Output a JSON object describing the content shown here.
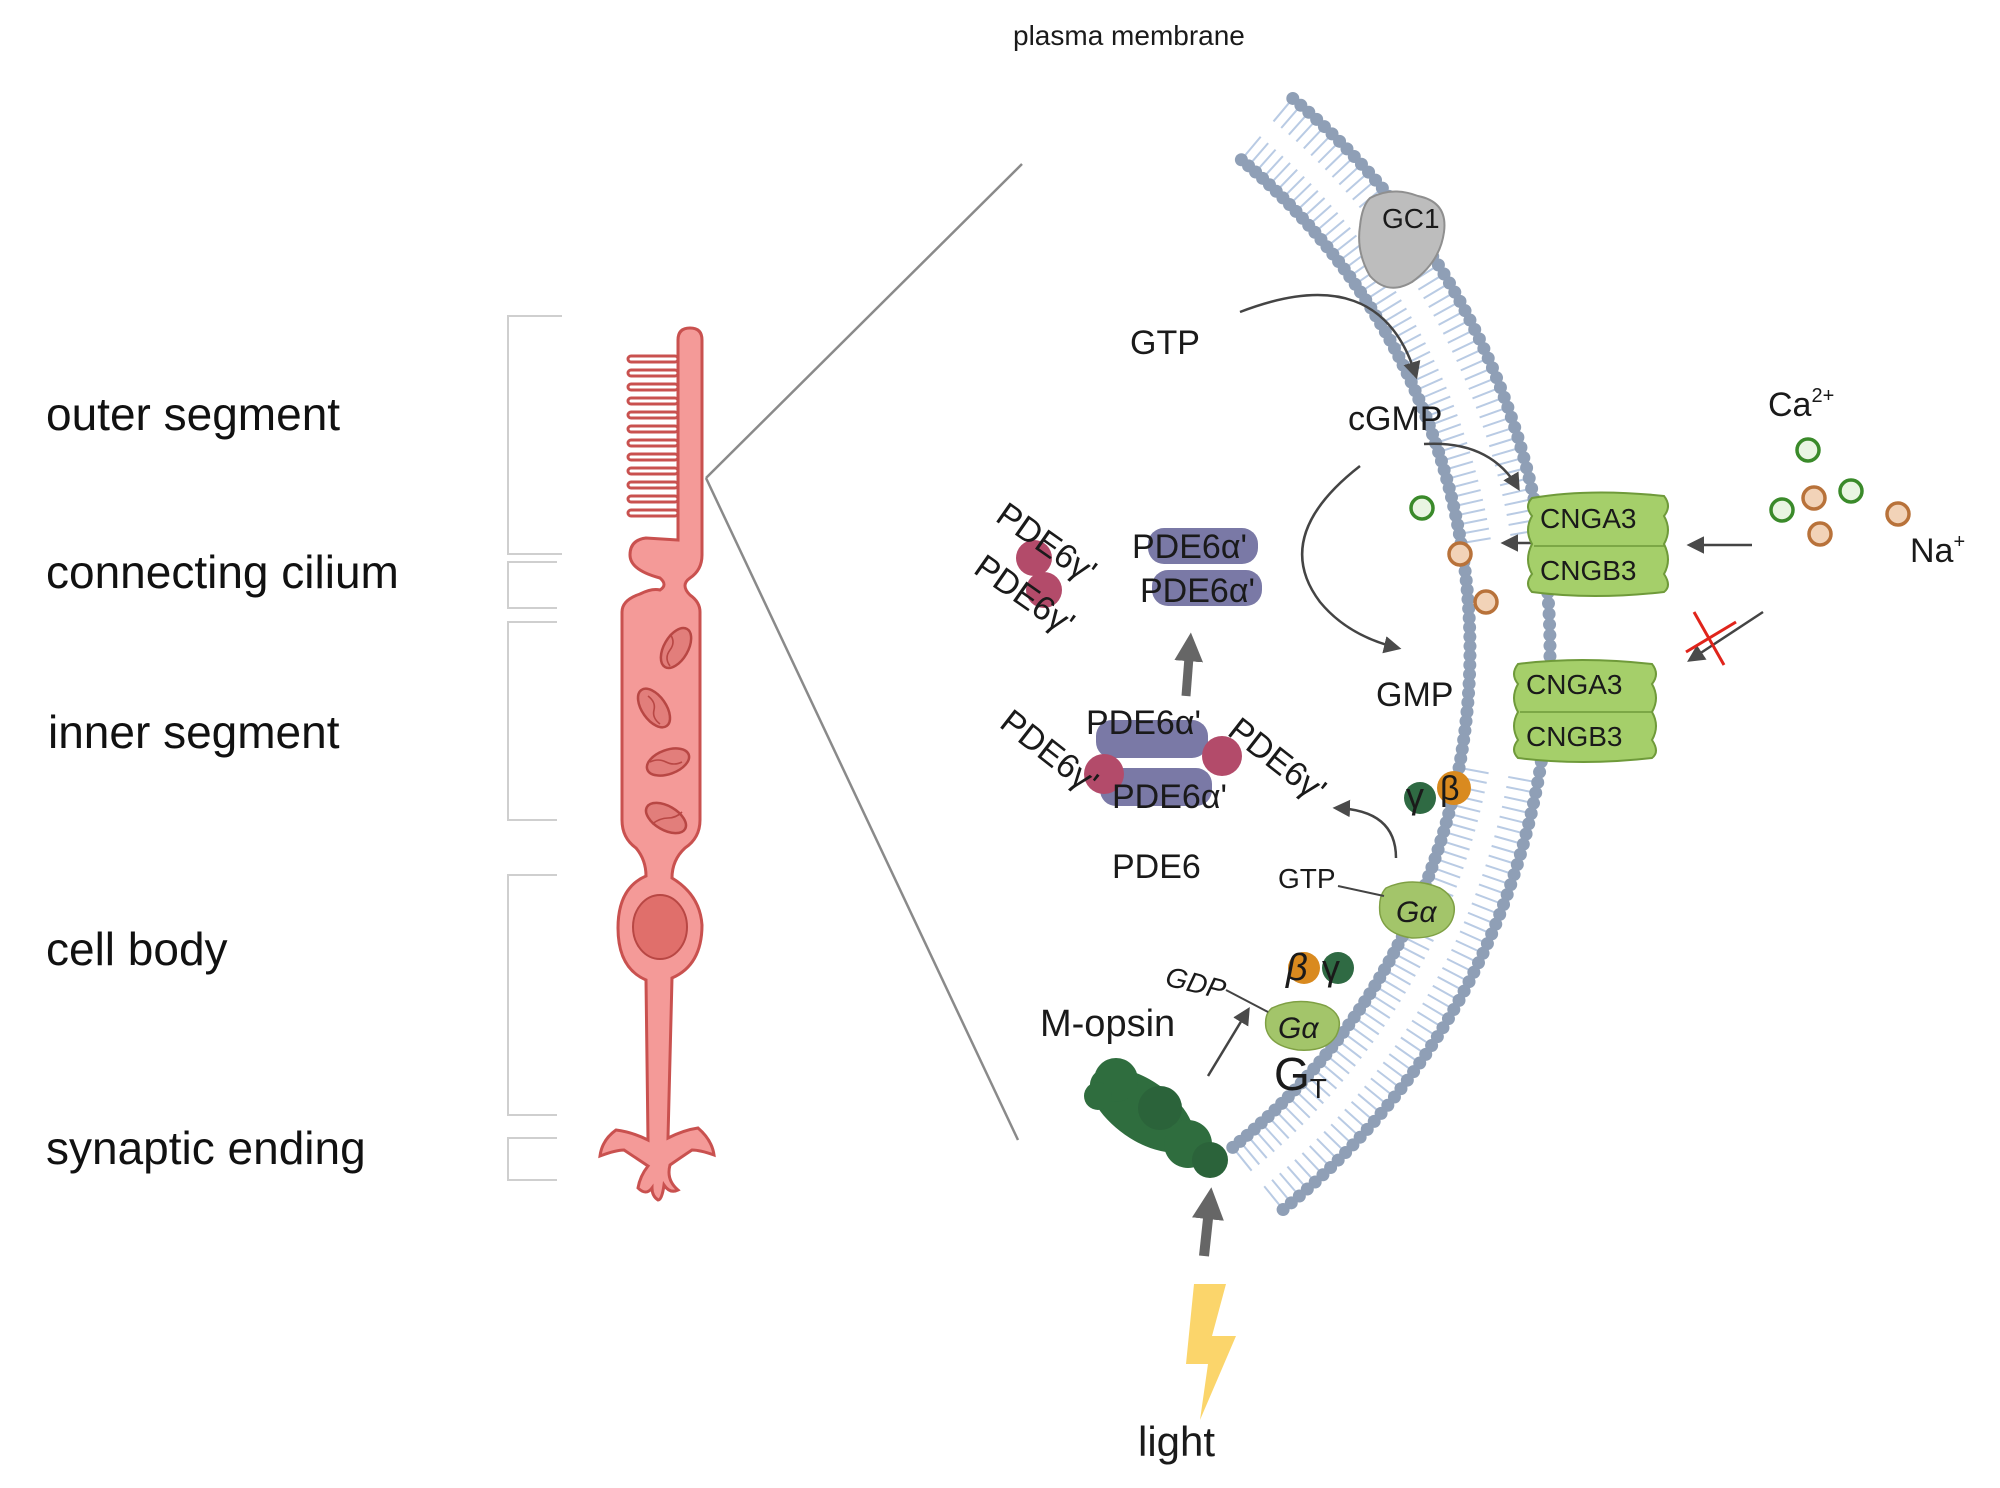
{
  "segments": {
    "outer_segment": "outer segment",
    "connecting_cilium": "connecting cilium",
    "inner_segment": "inner segment",
    "cell_body": "cell body",
    "synaptic_ending": "synaptic ending"
  },
  "membrane": {
    "title": "plasma membrane"
  },
  "molecules": {
    "gc1": "GC1",
    "gtp_top": "GTP",
    "cgmp": "cGMP",
    "gmp": "GMP",
    "cnga3_top": "CNGA3",
    "cngb3_top": "CNGB3",
    "cnga3_bottom": "CNGA3",
    "cngb3_bottom": "CNGB3",
    "ca_ion": "Ca",
    "ca_charge": "2+",
    "na_ion": "Na",
    "na_charge": "+",
    "pde6a_upper_1": "PDE6α'",
    "pde6a_upper_2": "PDE6α'",
    "pde6g_free_1": "PDE6γ'",
    "pde6g_free_2": "PDE6γ'",
    "pde6a_lower_1": "PDE6α'",
    "pde6a_lower_2": "PDE6α'",
    "pde6g_left": "PDE6γ'",
    "pde6g_right": "PDE6γ'",
    "pde6": "PDE6",
    "gamma_1": "γ",
    "beta_1": "β",
    "gtp_small": "GTP",
    "galpha_active": "Gα",
    "gdp": "GDP",
    "beta_2": "β",
    "gamma_2": "γ",
    "galpha_inactive": "Gα",
    "gt": "G",
    "gt_sub": "T",
    "m_opsin": "M-opsin",
    "light": "light"
  },
  "colors": {
    "cell_fill": "#f49a98",
    "cell_stroke": "#c9514f",
    "lipid_head": "#8f9fb6",
    "lipid_tail": "#b9cbe4",
    "channel": "#a5cf6a",
    "channel_stroke": "#6f9a3a",
    "pde6_alpha": "#6c6a9c",
    "pde6_gamma": "#b34b6a",
    "opsin": "#2f6d3e",
    "galpha": "#a3c56a",
    "beta": "#d98a1f",
    "gamma_sub": "#2f6a43",
    "gc1": "#bdbdbd",
    "lightning": "#fbd56b",
    "ca_ion": "#3a8a2a",
    "na_ion": "#b8723a",
    "block_x": "#e0241b"
  }
}
